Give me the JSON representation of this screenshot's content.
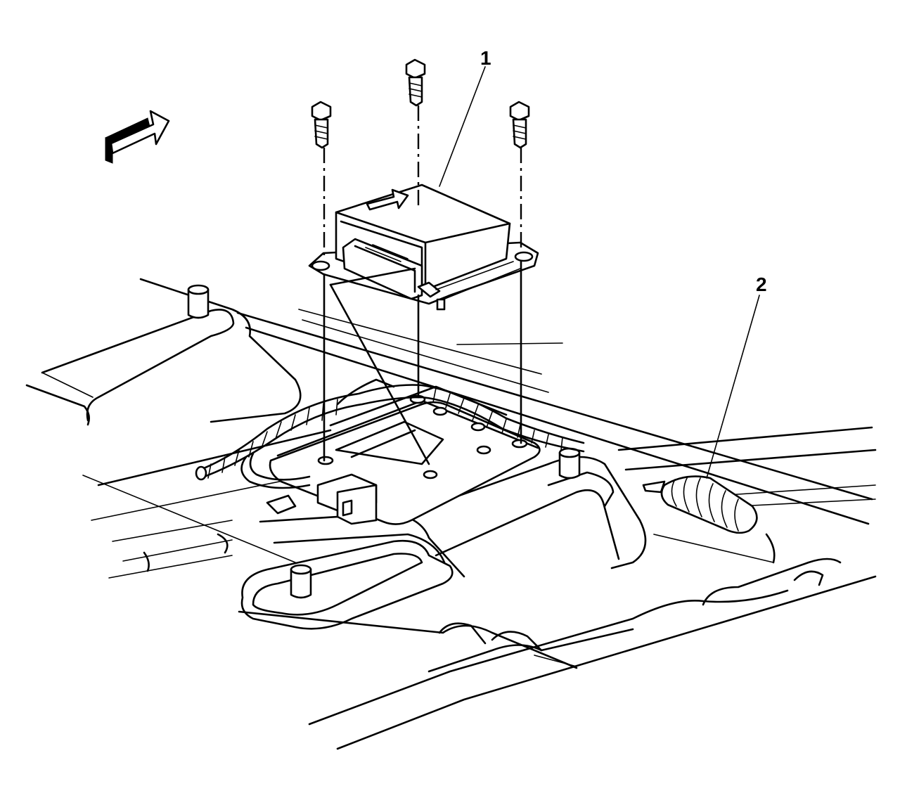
{
  "callouts": [
    {
      "id": "1",
      "label": "1"
    },
    {
      "id": "2",
      "label": "2"
    }
  ],
  "icons": [
    "direction-arrow-icon",
    "bolt-icon",
    "module-arrow-icon"
  ]
}
